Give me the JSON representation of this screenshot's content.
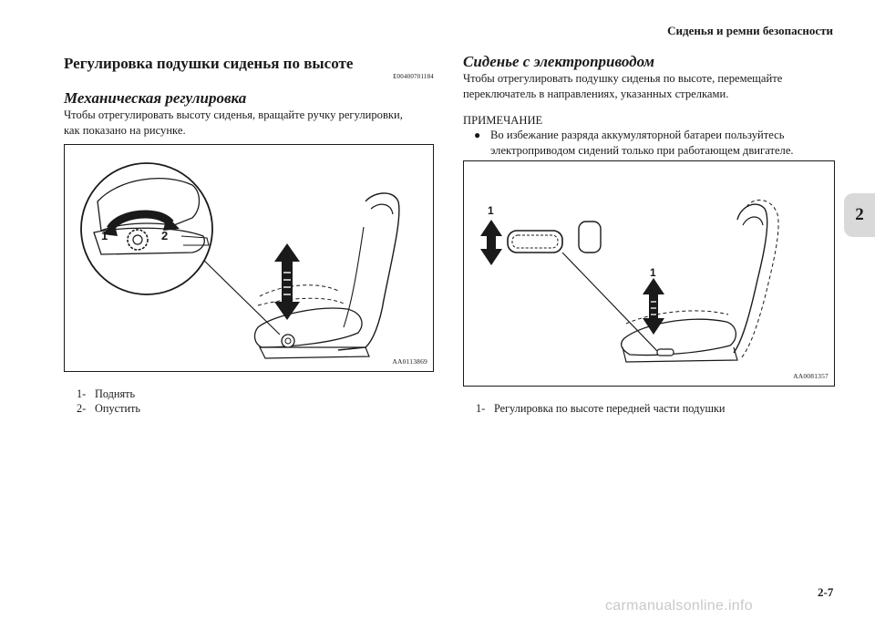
{
  "header": {
    "running_title": "Сиденья и ремни безопасности",
    "chapter_tab": "2",
    "page_number": "2-7"
  },
  "left_column": {
    "section_title": "Регулировка подушки сиденья по высоте",
    "section_code": "E00400701184",
    "subsection_title": "Механическая регулировка",
    "paragraph_line1": "Чтобы отрегулировать высоту сиденья, вращайте ручку регулировки,",
    "paragraph_line2": "как показано на рисунке.",
    "figure": {
      "code": "AA0113869",
      "callout_1": "1",
      "callout_2": "2"
    },
    "legend": [
      {
        "num": "1-",
        "text": "Поднять"
      },
      {
        "num": "2-",
        "text": "Опустить"
      }
    ]
  },
  "right_column": {
    "subsection_title": "Сиденье с электроприводом",
    "paragraph_line1": "Чтобы отрегулировать подушку сиденья по высоте, перемещайте",
    "paragraph_line2": "переключатель в направлениях, указанных стрелками.",
    "note_heading": "ПРИМЕЧАНИЕ",
    "note_bullet": "●",
    "note_line1": "Во избежание разряда аккумуляторной батареи пользуйтесь",
    "note_line2": "электроприводом сидений только при работающем двигателе.",
    "figure": {
      "code": "AA0081357",
      "callout_1a": "1",
      "callout_1b": "1"
    },
    "legend": [
      {
        "num": "1-",
        "text": "Регулировка по высоте передней части подушки"
      }
    ]
  },
  "watermark": "carmanualsonline.info"
}
